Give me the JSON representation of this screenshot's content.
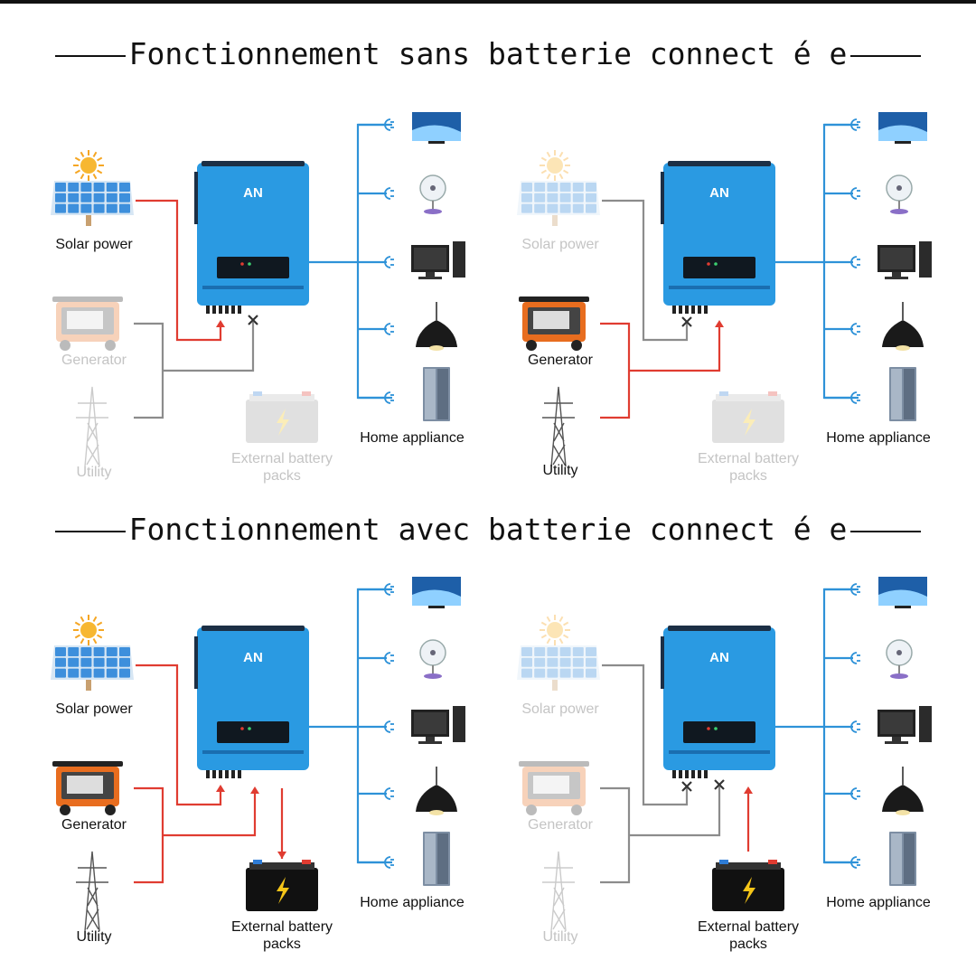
{
  "titles": {
    "without_battery": "Fonctionnement sans batterie connect é e",
    "with_battery": "Fonctionnement avec batterie connect é e"
  },
  "labels": {
    "solar": "Solar power",
    "generator": "Generator",
    "utility": "Utility",
    "battery": "External battery packs",
    "home": "Home appliance"
  },
  "inverter_logo": "AN",
  "colors": {
    "active_line": "#e03c31",
    "inactive_line": "#8c8c8c",
    "output_line": "#2e92d8",
    "inverter": "#2a9ae2"
  },
  "panels": [
    {
      "id": "top-left",
      "solar": "active",
      "generator": "inactive",
      "utility": "inactive",
      "battery": "inactive"
    },
    {
      "id": "top-right",
      "solar": "inactive",
      "generator": "active",
      "utility": "active",
      "battery": "inactive"
    },
    {
      "id": "bottom-left",
      "solar": "active",
      "generator": "active",
      "utility": "active",
      "battery": "charging"
    },
    {
      "id": "bottom-right",
      "solar": "inactive",
      "generator": "inactive",
      "utility": "inactive",
      "battery": "discharging"
    }
  ]
}
